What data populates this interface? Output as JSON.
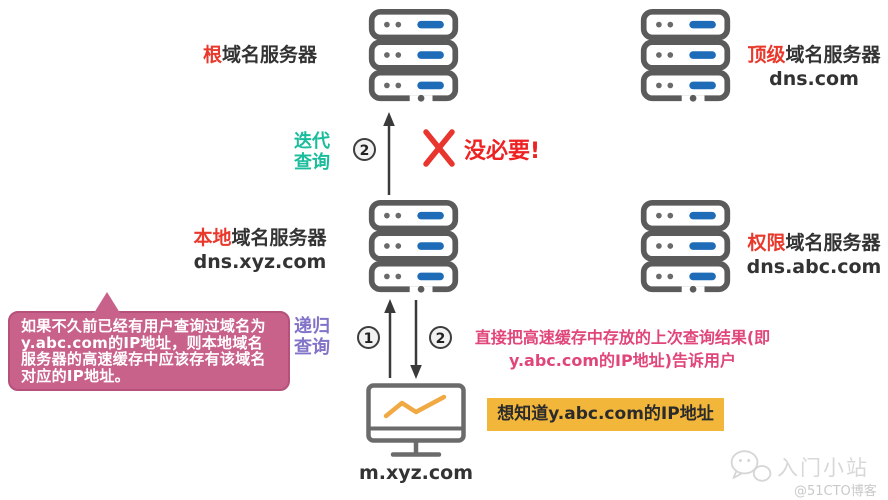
{
  "servers": {
    "root": {
      "highlight": "根",
      "rest": "域名服务器"
    },
    "tld": {
      "highlight": "顶级",
      "rest": "域名服务器",
      "domain": "dns.com"
    },
    "local": {
      "highlight": "本地",
      "rest": "域名服务器",
      "domain": "dns.xyz.com"
    },
    "auth": {
      "highlight": "权限",
      "rest": "域名服务器",
      "domain": "dns.abc.com"
    }
  },
  "client": {
    "label": "m.xyz.com",
    "request": "想知道y.abc.com的IP地址"
  },
  "queries": {
    "iterative": {
      "line1": "迭代",
      "line2": "查询",
      "step": "2"
    },
    "recursive": {
      "line1": "递归",
      "line2": "查询",
      "step_request": "1",
      "step_reply": "2"
    }
  },
  "callouts": {
    "not_necessary": "没必要!",
    "cache_note": "如果不久前已经有用户查询过域名为y.abc.com的IP地址，则本地域名服务器的高速缓存中应该存有该域名对应的IP地址。",
    "cache_reply_line1": "直接把高速缓存中存放的上次查询结果(即",
    "cache_reply_line2": "y.abc.com的IP地址)告诉用户"
  },
  "watermark": {
    "site": "入门小站",
    "handle": "@51CTO博客"
  },
  "colors": {
    "highlight_red": "#e8392c",
    "alert_red": "#ee2222",
    "text_dark": "#333333",
    "teal": "#1abc9c",
    "purple": "#8273c8",
    "bubble_pink": "#c9628b",
    "note_pink": "#e04679",
    "banner_yellow": "#f2b63b",
    "server_gray": "#5b5b5b",
    "bar_blue": "#1e6bb8",
    "line_orange": "#f0a943"
  }
}
